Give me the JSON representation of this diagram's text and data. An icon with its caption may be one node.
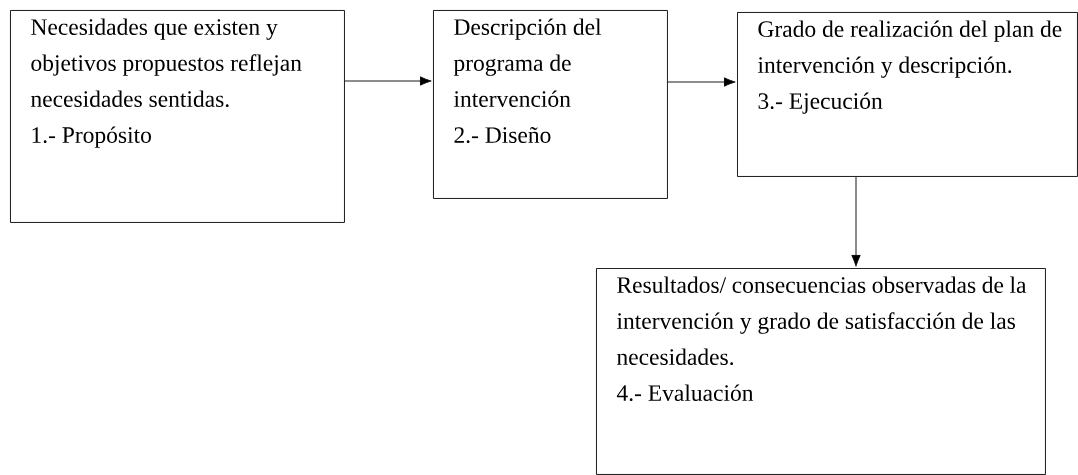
{
  "diagram": {
    "nodes": [
      {
        "text": [
          "Necesidades que existen y objetivos propuestos reflejan necesidades sentidas.",
          "1.- Propósito"
        ]
      },
      {
        "text": [
          "Descripción del programa de intervención",
          "2.- Diseño"
        ]
      },
      {
        "text": [
          "Grado de realización del plan de intervención y descripción.",
          "3.- Ejecución"
        ]
      },
      {
        "text": [
          "Resultados/ consecuencias observadas de la intervención y grado de satisfacción de las necesidades.",
          "4.- Evaluación"
        ]
      }
    ],
    "edges": [
      {
        "from": 0,
        "to": 1,
        "arrow": "to"
      },
      {
        "from": 1,
        "to": 2,
        "arrow": "to"
      },
      {
        "from": 2,
        "to": 3,
        "arrow": "to"
      }
    ]
  }
}
